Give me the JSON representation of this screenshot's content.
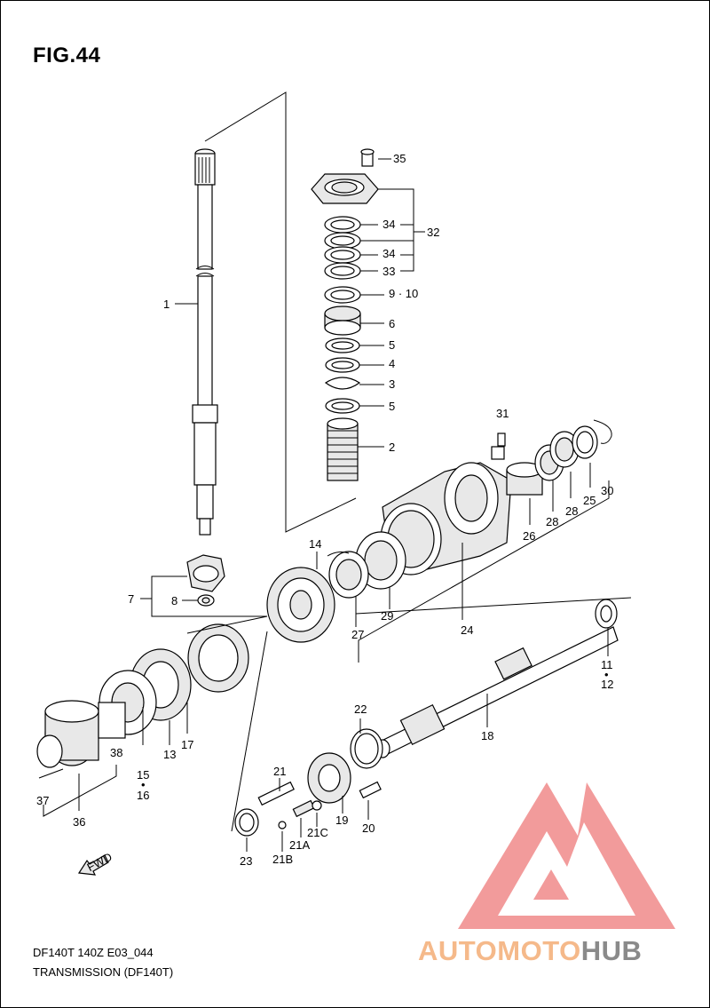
{
  "figure": {
    "title": "FIG.44"
  },
  "footer": {
    "code": "DF140T 140Z E03_044",
    "name": "TRANSMISSION (DF140T)"
  },
  "fwd_label": "FWD",
  "brand": {
    "part_a": "AUTOMOTO",
    "part_b": "HUB",
    "color_a": "#f5b98a",
    "color_b": "#8a8a8a",
    "logo_color": "#f08a8a"
  },
  "callouts": [
    "1",
    "2",
    "3",
    "4",
    "5",
    "5",
    "6",
    "9 · 10",
    "33",
    "34",
    "34",
    "32",
    "35",
    "31",
    "30",
    "25",
    "28",
    "28",
    "26",
    "24",
    "14",
    "29",
    "27",
    "7",
    "8",
    "11",
    "12",
    "22",
    "18",
    "21",
    "21A",
    "21B",
    "21C",
    "19",
    "20",
    "23",
    "38",
    "15",
    "16",
    "13",
    "17",
    "36",
    "37"
  ]
}
